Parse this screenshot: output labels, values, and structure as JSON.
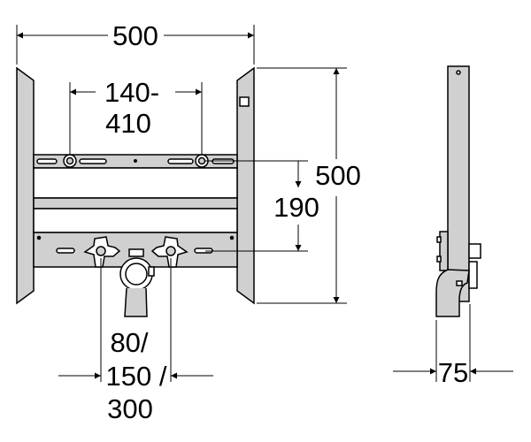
{
  "dimensions": {
    "overall_width": "500",
    "spacing_line1": "140-",
    "spacing_line2": "410",
    "overall_height": "500",
    "spacing_height": "190",
    "outlet_line1": "80/",
    "outlet_line2": "150 /",
    "outlet_line3": "300",
    "depth": "75"
  },
  "colors": {
    "line": "#000000",
    "fill": "#d0d0d0",
    "bg": "#ffffff"
  }
}
